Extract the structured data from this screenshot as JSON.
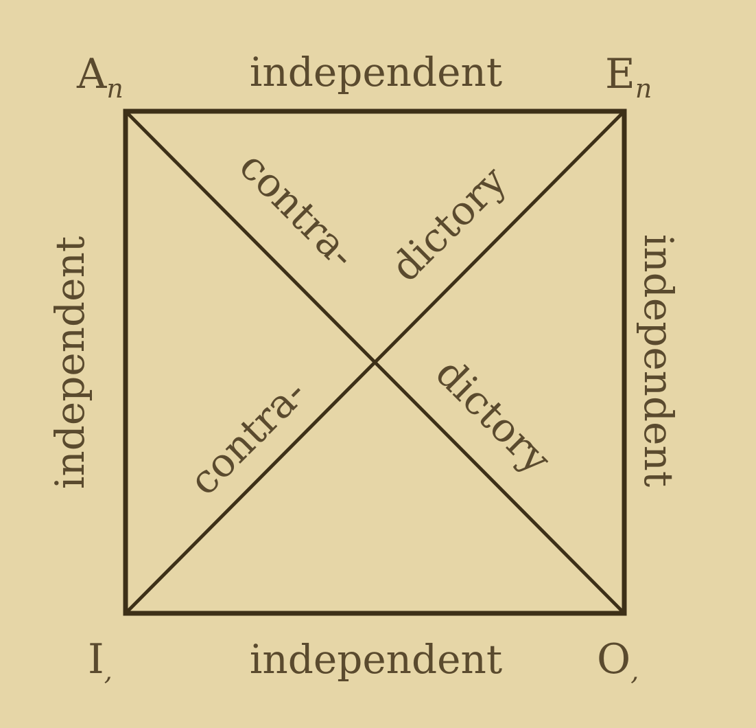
{
  "corners": {
    "top_left": {
      "letter": "A",
      "sub": "n"
    },
    "top_right": {
      "letter": "E",
      "sub": "n"
    },
    "bottom_left": {
      "letter": "I",
      "sub": ","
    },
    "bottom_right": {
      "letter": "O",
      "sub": ","
    }
  },
  "edges": {
    "top": "independent",
    "bottom": "independent",
    "left": "independent",
    "right": "independent"
  },
  "diagonals": {
    "upper_left": "contra-",
    "upper_right": "dictory",
    "lower_left": "contra-",
    "lower_right": "dictory"
  },
  "colors": {
    "background": "#e6d6a7",
    "ink": "#3d3018"
  }
}
